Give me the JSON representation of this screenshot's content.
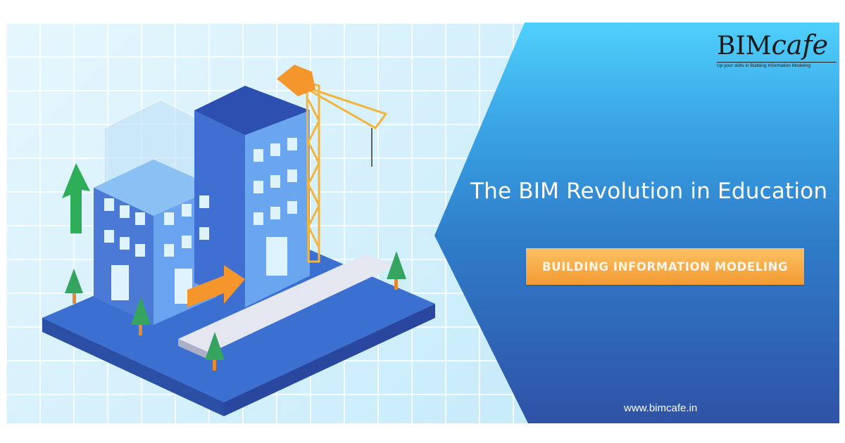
{
  "brand": {
    "logo_text_main": "BIM",
    "logo_text_script": "cafe",
    "tagline": "Up your skills in Building Information Modeling"
  },
  "headline": "The BIM Revolution in Education",
  "badge_label": "BUILDING INFORMATION MODELING",
  "website": "www.bimcafe.in",
  "colors": {
    "panel_top": "#4fd0fb",
    "panel_bottom": "#2f52a6",
    "badge": "#f6a63f",
    "arrow_green": "#2fae5a",
    "arrow_orange": "#f4962c",
    "crane": "#f4b43c"
  },
  "illustration": {
    "icons": [
      "isometric-buildings-icon",
      "crane-icon",
      "up-arrow-icon",
      "right-arrow-icon",
      "tree-icon",
      "road-icon"
    ]
  }
}
